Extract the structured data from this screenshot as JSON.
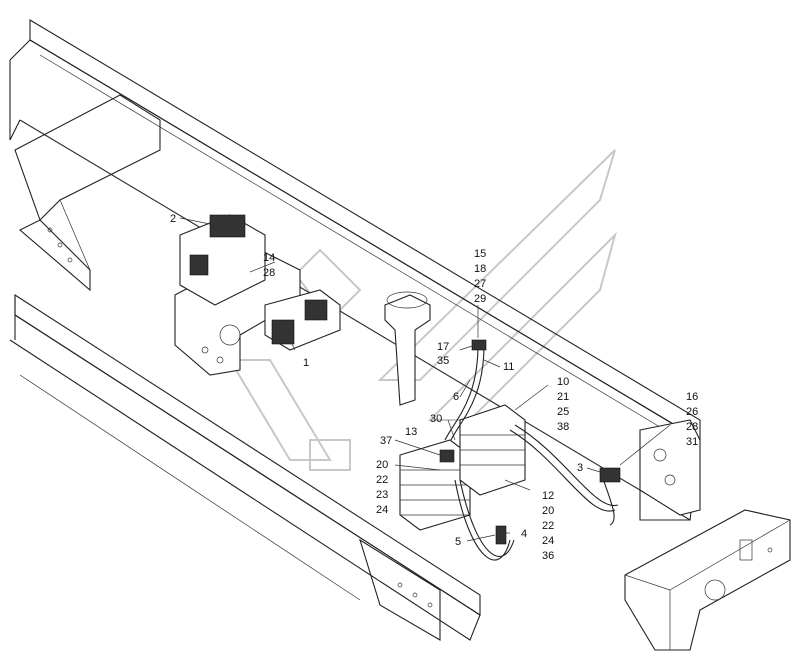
{
  "callouts": {
    "c1": "1",
    "c2": "2",
    "c3": "3",
    "c4": "4",
    "c5": "5",
    "c6": "6",
    "c11": "11",
    "g14": [
      "14",
      "28"
    ],
    "g15": [
      "15",
      "18",
      "27",
      "29"
    ],
    "g17": [
      "17",
      "35"
    ],
    "g10": [
      "10",
      "21",
      "25",
      "38"
    ],
    "g16": [
      "16",
      "26",
      "28",
      "31"
    ],
    "g30": [
      "30",
      "13",
      "37"
    ],
    "g20": [
      "20",
      "22",
      "23",
      "24"
    ],
    "g12": [
      "12",
      "20",
      "22",
      "24",
      "36"
    ]
  },
  "colors": {
    "line": "#222222",
    "watermark": "#c8c8c8",
    "background": "#ffffff"
  }
}
